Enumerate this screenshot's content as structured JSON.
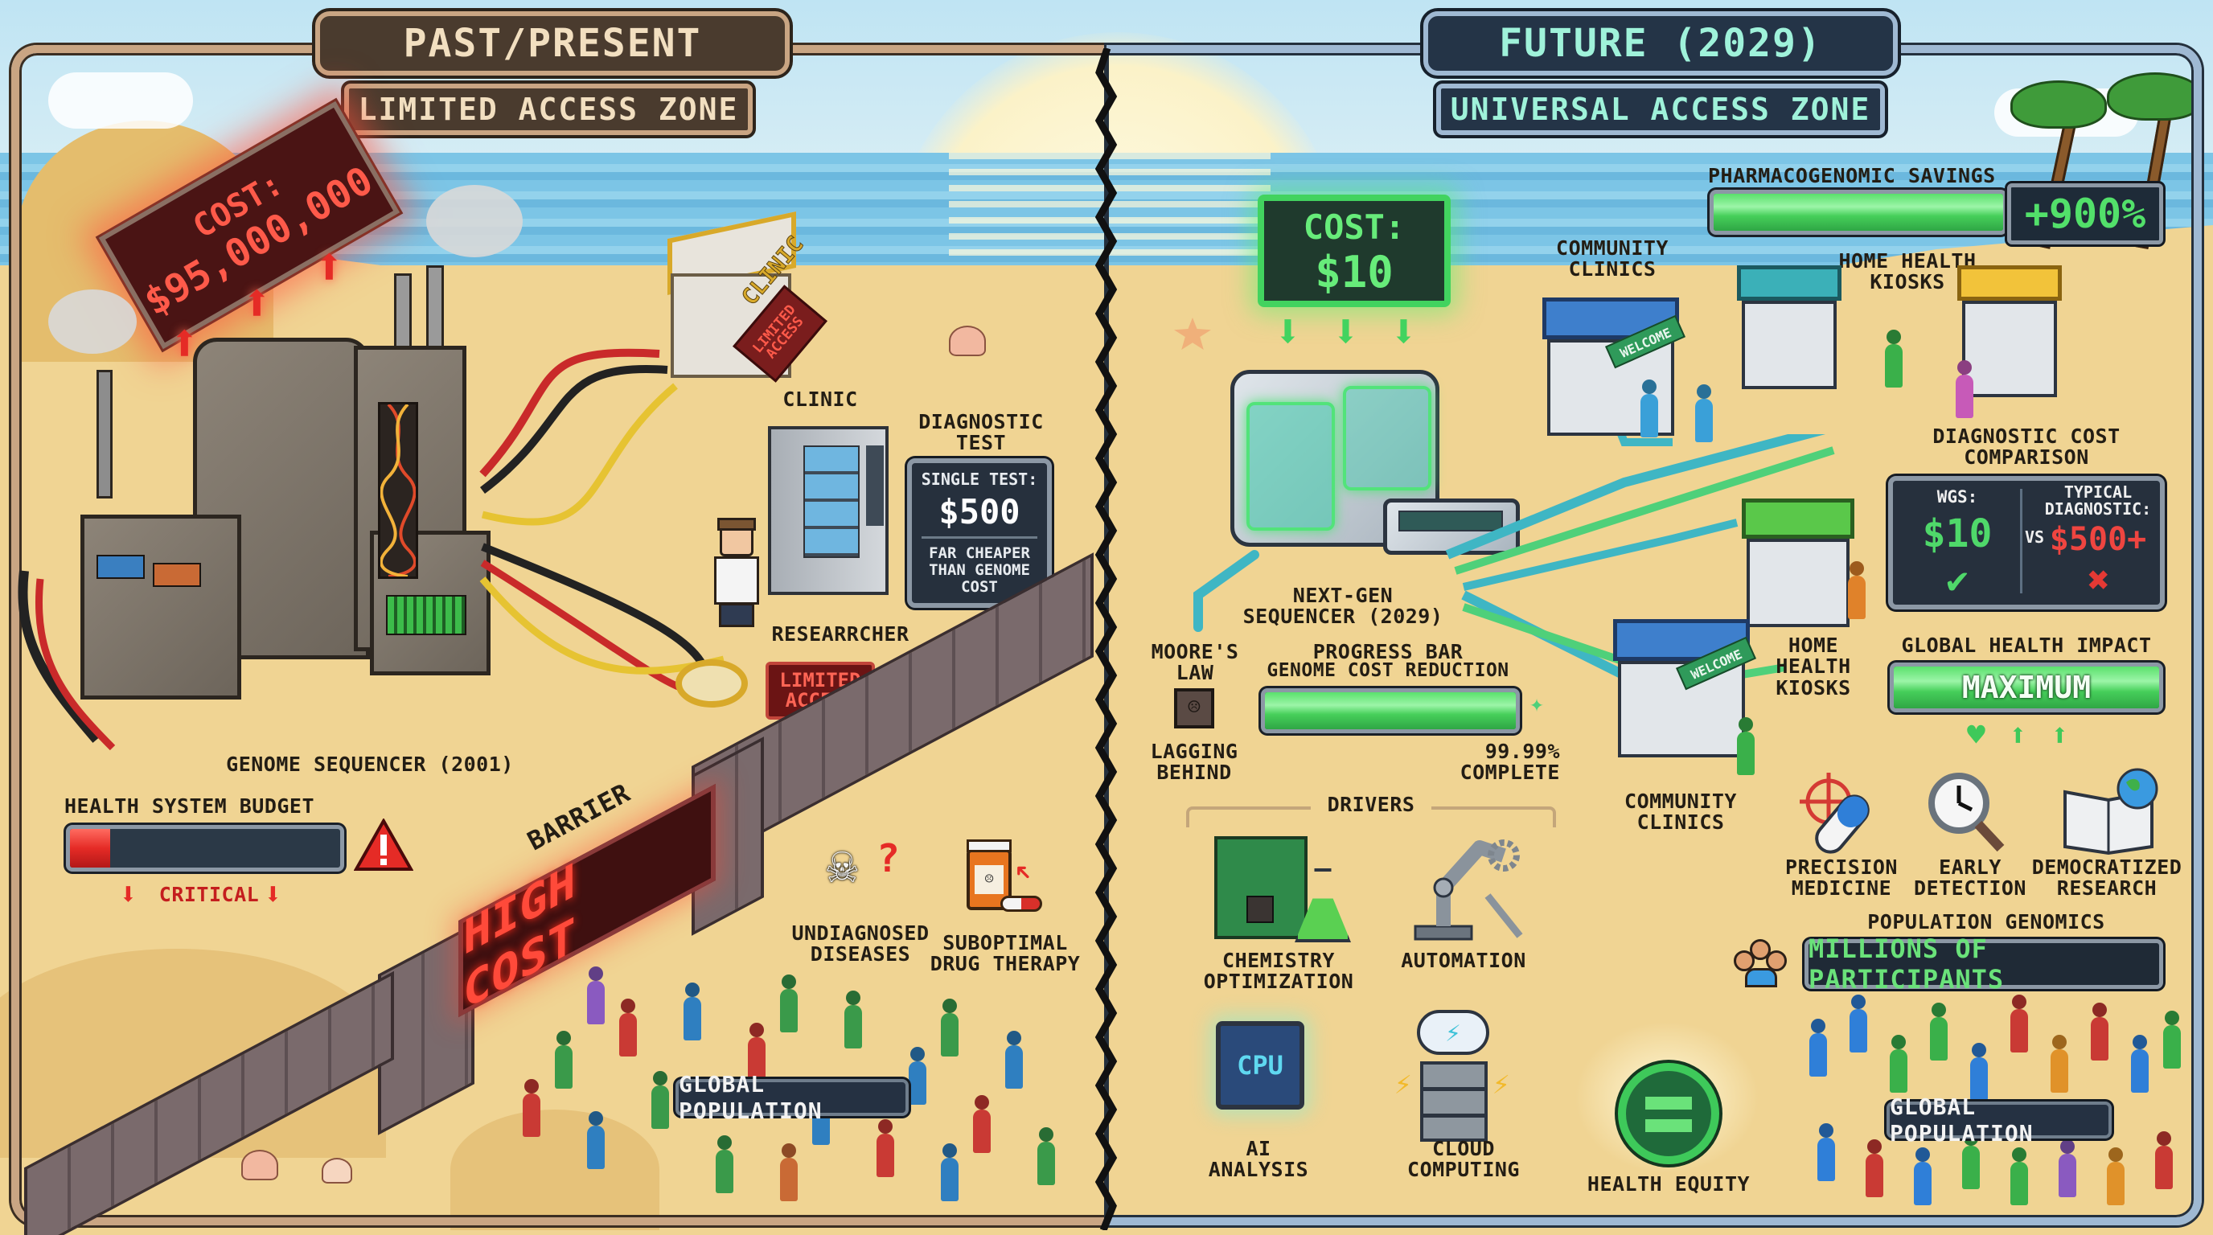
{
  "header": {
    "left_title": "PAST/PRESENT",
    "left_subtitle": "LIMITED ACCESS ZONE",
    "right_title": "FUTURE (2029)",
    "right_subtitle": "UNIVERSAL ACCESS ZONE"
  },
  "past": {
    "cost_sign": {
      "label": "COST:",
      "value": "$95,000,000"
    },
    "sequencer_label": "GENOME SEQUENCER (2001)",
    "clinic": {
      "sign": "CLINIC",
      "badge": "LIMITED ACCESS",
      "label": "CLINIC"
    },
    "diagnostic_test": {
      "label": "DIAGNOSTIC TEST",
      "single_test_label": "SINGLE TEST:",
      "single_test_value": "$500",
      "note": "FAR CHEAPER THAN GENOME COST"
    },
    "researcher_label": "RESEARRCHER",
    "limited_access_badge": "LIMITED ACCESS",
    "budget": {
      "label": "HEALTH SYSTEM BUDGET",
      "fill_percent": 15,
      "status": "CRITICAL"
    },
    "barrier": {
      "label": "BARRIER",
      "sign": "HIGH COST"
    },
    "problems": [
      {
        "icon": "skull-icon",
        "label": "UNDIAGNOSED DISEASES"
      },
      {
        "icon": "pill-bottle-icon",
        "label": "SUBOPTIMAL DRUG THERAPY"
      }
    ],
    "population_label": "GLOBAL POPULATION"
  },
  "future": {
    "cost_sign": {
      "label": "COST:",
      "value": "$10"
    },
    "sequencer_label": "NEXT-GEN SEQUENCER (2029)",
    "moores_law": {
      "label": "MOORE'S LAW",
      "status": "LAGGING BEHIND"
    },
    "progress": {
      "title": "PROGRESS BAR",
      "subtitle": "GENOME COST REDUCTION",
      "percent": 99.99,
      "status": "99.99% COMPLETE"
    },
    "pharmacogenomic": {
      "label": "PHARMACOGENOMIC SAVINGS",
      "value": "+900%",
      "fill_percent": 100
    },
    "community_clinics_top": {
      "label": "COMMUNITY CLINICS",
      "sign": "WELCOME"
    },
    "home_health_kiosks_top": {
      "label": "HOME HEALTH KIOSKS"
    },
    "home_health_kiosks_mid": {
      "label": "HOME HEALTH KIOSKS"
    },
    "community_clinics_bottom": {
      "label": "COMMUNITY CLINICS",
      "sign": "WELCOME"
    },
    "diagnostic_comparison": {
      "title": "DIAGNOSTIC COST COMPARISON",
      "wgs_label": "WGS:",
      "wgs_value": "$10",
      "vs": "VS",
      "typical_label": "TYPICAL DIAGNOSTIC:",
      "typical_value": "$500+"
    },
    "global_impact": {
      "label": "GLOBAL HEALTH IMPACT",
      "value": "MAXIMUM"
    },
    "drivers": {
      "title": "DRIVERS",
      "items": [
        {
          "icon": "circuit-flask-icon",
          "label": "CHEMISTRY OPTIMIZATION"
        },
        {
          "icon": "robot-arm-icon",
          "label": "AUTOMATION"
        },
        {
          "icon": "cpu-icon",
          "label": "AI ANALYSIS",
          "chip_text": "CPU"
        },
        {
          "icon": "cloud-server-icon",
          "label": "CLOUD COMPUTING"
        }
      ]
    },
    "health_equity": {
      "label": "HEALTH EQUITY"
    },
    "benefits": [
      {
        "icon": "target-pill-icon",
        "label": "PRECISION MEDICINE"
      },
      {
        "icon": "clock-magnifier-icon",
        "label": "EARLY DETECTION"
      },
      {
        "icon": "book-globe-icon",
        "label": "DEMOCRATIZED RESEARCH"
      }
    ],
    "population_genomics": {
      "label": "POPULATION GENOMICS",
      "value": "MILLIONS OF PARTICIPANTS"
    },
    "population_label": "GLOBAL POPULATION"
  },
  "colors": {
    "past_frame": "#c9a583",
    "future_frame": "#9fb9d3",
    "danger_red": "#e52b26",
    "success_green": "#46cf5a",
    "sand": "#f0d493",
    "sea": "#7cc5e6",
    "panel_dark": "#26303d"
  }
}
